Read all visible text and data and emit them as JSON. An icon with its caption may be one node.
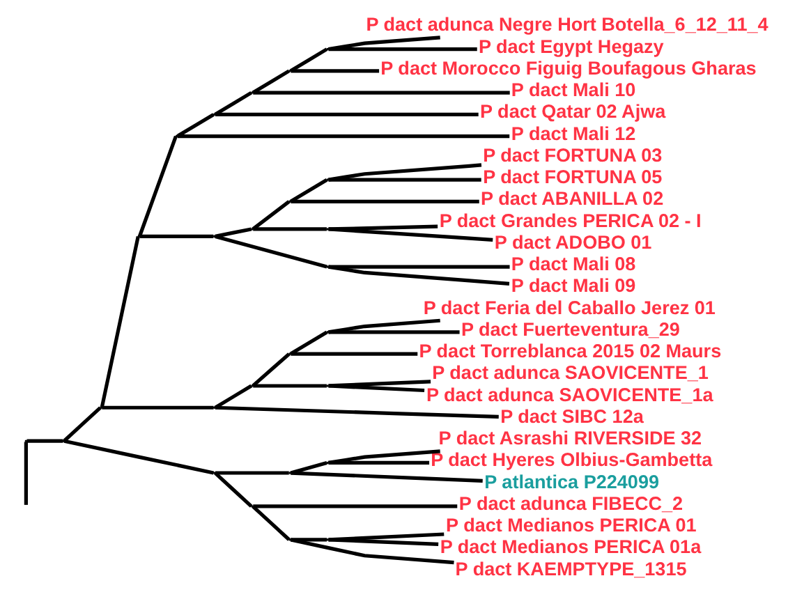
{
  "diagram": {
    "nodes": [
      {
        "text": [
          "P dact adunca Negre Hort Botella_6_12_11_4"
        ]
      },
      {
        "text": [
          "P dact Egypt Hegazy"
        ]
      },
      {
        "text": [
          "P dact Morocco Figuig Boufagous Gharas"
        ]
      },
      {
        "text": [
          "P dact Mali 10"
        ]
      },
      {
        "text": [
          "P dact Qatar 02 Ajwa"
        ]
      },
      {
        "text": [
          "P dact Mali 12"
        ]
      },
      {
        "text": [
          "P dact FORTUNA 03"
        ]
      },
      {
        "text": [
          "P dact FORTUNA 05"
        ]
      },
      {
        "text": [
          "P dact ABANILLA 02"
        ]
      },
      {
        "text": [
          "P dact Grandes PERICA 02 - I"
        ]
      },
      {
        "text": [
          "P dact ADOBO 01"
        ]
      },
      {
        "text": [
          "P dact Mali 08"
        ]
      },
      {
        "text": [
          "P dact Mali 09"
        ]
      },
      {
        "text": [
          "P dact Feria del Caballo Jerez 01"
        ]
      },
      {
        "text": [
          "P dact Fuerteventura_29"
        ]
      },
      {
        "text": [
          "P dact Torreblanca 2015 02 Maurs"
        ]
      },
      {
        "text": [
          "P dact adunca SAOVICENTE_1"
        ]
      },
      {
        "text": [
          "P dact adunca SAOVICENTE_1a"
        ]
      },
      {
        "text": [
          "P dact SIBC 12a"
        ]
      },
      {
        "text": [
          "P dact Asrashi RIVERSIDE 32"
        ]
      },
      {
        "text": [
          "P dact Hyeres Olbius-Gambetta"
        ]
      },
      {
        "text": [
          "P atlantica P224099"
        ]
      },
      {
        "text": [
          "P dact adunca FIBECC_2"
        ]
      },
      {
        "text": [
          "P dact Medianos PERICA 01"
        ]
      },
      {
        "text": [
          "P dact Medianos PERICA 01a"
        ]
      },
      {
        "text": [
          "P dact KAEMPTYPE_1315"
        ]
      },
      {
        "text": [],
        "shape": "point"
      },
      {
        "text": [],
        "shape": "point"
      },
      {
        "text": [],
        "shape": "point"
      },
      {
        "text": [],
        "shape": "point"
      },
      {
        "text": [],
        "shape": "point"
      },
      {
        "text": [],
        "shape": "point"
      },
      {
        "text": [],
        "shape": "point"
      },
      {
        "text": [],
        "shape": "point"
      },
      {
        "text": [],
        "shape": "point"
      },
      {
        "text": [],
        "shape": "point"
      },
      {
        "text": [],
        "shape": "point"
      },
      {
        "text": [],
        "shape": "point"
      },
      {
        "text": [],
        "shape": "point"
      },
      {
        "text": [],
        "shape": "point"
      },
      {
        "text": [],
        "shape": "point"
      },
      {
        "text": [],
        "shape": "point"
      },
      {
        "text": [],
        "shape": "point"
      },
      {
        "text": [],
        "shape": "point"
      },
      {
        "text": [],
        "shape": "point"
      },
      {
        "text": [],
        "shape": "point"
      },
      {
        "text": [],
        "shape": "point"
      },
      {
        "text": [],
        "shape": "point"
      },
      {
        "text": [],
        "shape": "point"
      },
      {
        "text": [],
        "shape": "point"
      },
      {
        "text": [],
        "shape": "point"
      },
      {
        "text": [],
        "shape": "point"
      }
    ],
    "edges": [
      {
        "from": 26,
        "to": null,
        "arrow": "none"
      },
      {
        "from": 26,
        "to": 27,
        "arrow": "none"
      },
      {
        "from": 27,
        "to": 28,
        "arrow": "none"
      },
      {
        "from": 27,
        "to": 46,
        "arrow": "none"
      },
      {
        "from": 28,
        "to": 29,
        "arrow": "none"
      },
      {
        "from": 28,
        "to": 41,
        "arrow": "none"
      },
      {
        "from": 29,
        "to": 30,
        "arrow": "none"
      },
      {
        "from": 29,
        "to": 35,
        "arrow": "none"
      },
      {
        "from": 30,
        "to": 31,
        "arrow": "none"
      },
      {
        "from": 30,
        "to": 5,
        "arrow": "none"
      },
      {
        "from": 31,
        "to": 32,
        "arrow": "none"
      },
      {
        "from": 31,
        "to": 4,
        "arrow": "none"
      },
      {
        "from": 32,
        "to": 33,
        "arrow": "none"
      },
      {
        "from": 32,
        "to": 3,
        "arrow": "none"
      },
      {
        "from": 33,
        "to": 34,
        "arrow": "none"
      },
      {
        "from": 33,
        "to": 2,
        "arrow": "none"
      },
      {
        "from": 34,
        "to": 0,
        "arrow": "none"
      },
      {
        "from": 34,
        "to": 1,
        "arrow": "none"
      },
      {
        "from": 35,
        "to": 36,
        "arrow": "none"
      },
      {
        "from": 35,
        "to": 40,
        "arrow": "none"
      },
      {
        "from": 36,
        "to": 37,
        "arrow": "none"
      },
      {
        "from": 36,
        "to": 39,
        "arrow": "none"
      },
      {
        "from": 37,
        "to": 38,
        "arrow": "none"
      },
      {
        "from": 37,
        "to": 8,
        "arrow": "none"
      },
      {
        "from": 38,
        "to": 6,
        "arrow": "none"
      },
      {
        "from": 38,
        "to": 7,
        "arrow": "none"
      },
      {
        "from": 39,
        "to": 9,
        "arrow": "none"
      },
      {
        "from": 39,
        "to": 10,
        "arrow": "none"
      },
      {
        "from": 40,
        "to": 11,
        "arrow": "none"
      },
      {
        "from": 40,
        "to": 12,
        "arrow": "none"
      },
      {
        "from": 41,
        "to": 42,
        "arrow": "none"
      },
      {
        "from": 41,
        "to": 18,
        "arrow": "none"
      },
      {
        "from": 42,
        "to": 43,
        "arrow": "none"
      },
      {
        "from": 42,
        "to": 45,
        "arrow": "none"
      },
      {
        "from": 43,
        "to": 44,
        "arrow": "none"
      },
      {
        "from": 43,
        "to": 15,
        "arrow": "none"
      },
      {
        "from": 44,
        "to": 13,
        "arrow": "none"
      },
      {
        "from": 44,
        "to": 14,
        "arrow": "none"
      },
      {
        "from": 45,
        "to": 16,
        "arrow": "none"
      },
      {
        "from": 45,
        "to": 17,
        "arrow": "none"
      },
      {
        "from": 46,
        "to": 47,
        "arrow": "none"
      },
      {
        "from": 46,
        "to": 49,
        "arrow": "none"
      },
      {
        "from": 47,
        "to": 48,
        "arrow": "none"
      },
      {
        "from": 47,
        "to": 21,
        "arrow": "none"
      },
      {
        "from": 48,
        "to": 19,
        "arrow": "none"
      },
      {
        "from": 48,
        "to": 20,
        "arrow": "none"
      },
      {
        "from": 49,
        "to": 22,
        "arrow": "none"
      },
      {
        "from": 49,
        "to": 50,
        "arrow": "none"
      },
      {
        "from": 50,
        "to": 51,
        "arrow": "none"
      },
      {
        "from": 50,
        "to": 25,
        "arrow": "none"
      },
      {
        "from": 51,
        "to": 23,
        "arrow": "none"
      },
      {
        "from": 51,
        "to": 24,
        "arrow": "none"
      }
    ]
  }
}
